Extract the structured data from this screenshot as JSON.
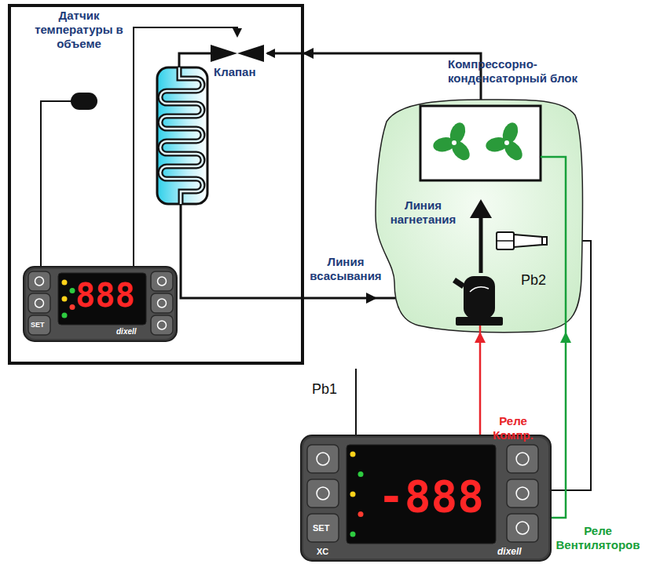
{
  "diagram": {
    "nodes": [
      {
        "text": [
          "Датчик температуры в объеме",
          "Клапан"
        ]
      },
      {
        "text": [
          "888",
          "SET",
          "dixell"
        ],
        "in": 0
      },
      {
        "text": [
          "Компрессорно- конденсаторный блок",
          "Линия нагнетания",
          "Pb2"
        ]
      },
      {
        "text": [
          "-888",
          "SET",
          "XC",
          "dixell"
        ]
      }
    ],
    "edges": [
      {
        "from": 2,
        "to": 0,
        "arrow": "to"
      },
      {
        "from": 0,
        "to": 2,
        "arrow": "to",
        "label": "Линия всасывания"
      },
      {
        "from": 3,
        "to": 2,
        "arrow": "to",
        "label": "Реле Компр."
      },
      {
        "from": 3,
        "to": 2,
        "arrow": "to",
        "label": "Реле Вентиляторов"
      }
    ],
    "labels": [
      "Pb1"
    ]
  }
}
